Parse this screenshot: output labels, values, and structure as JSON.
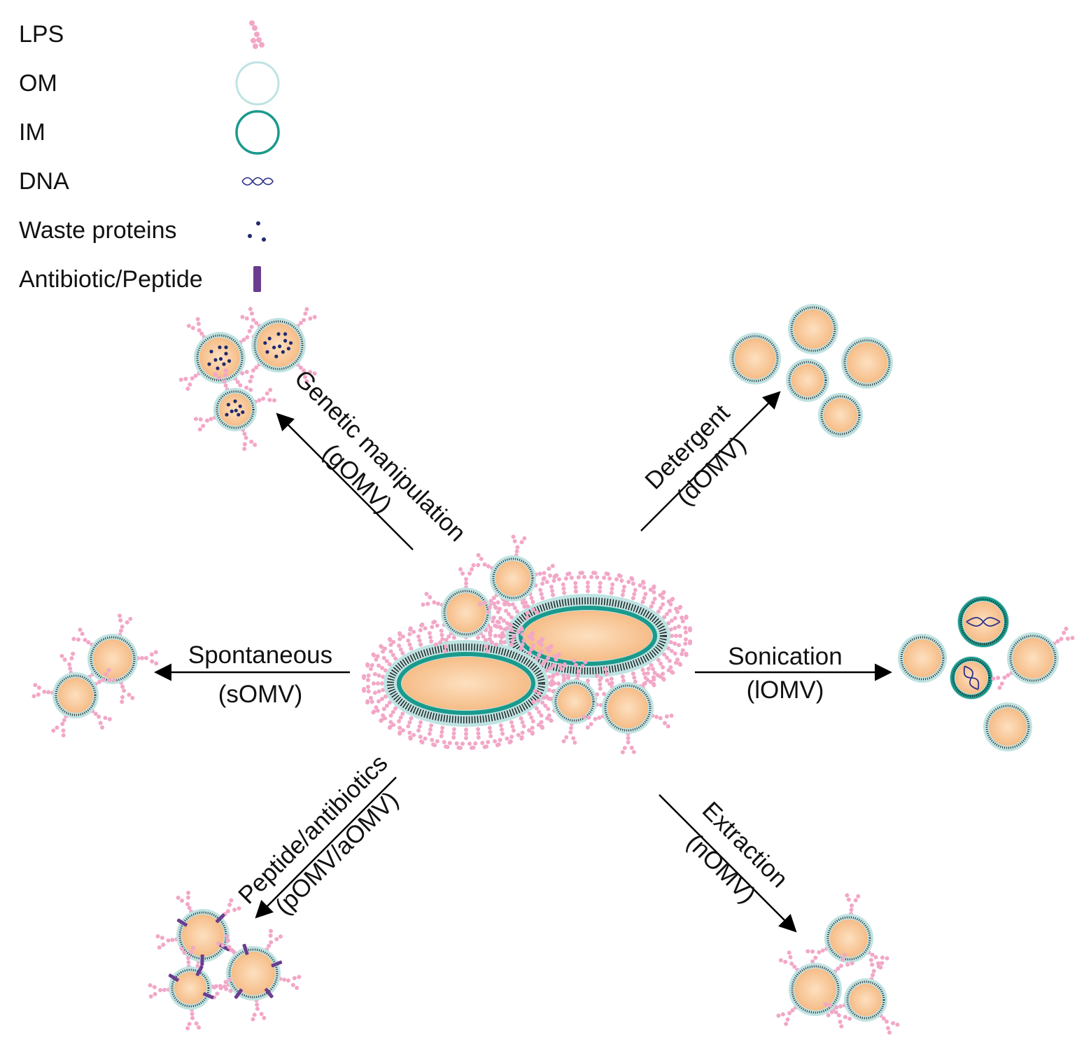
{
  "legend": {
    "items": [
      {
        "label": "LPS",
        "icon": "lps-icon"
      },
      {
        "label": "OM",
        "icon": "outer-membrane-icon"
      },
      {
        "label": "IM",
        "icon": "inner-membrane-icon"
      },
      {
        "label": "DNA",
        "icon": "dna-icon"
      },
      {
        "label": "Waste proteins",
        "icon": "waste-proteins-icon"
      },
      {
        "label": "Antibiotic/Peptide",
        "icon": "antibiotic-peptide-icon"
      }
    ]
  },
  "pathways": {
    "genetic": {
      "method": "Genetic manipulation",
      "abbr": "(gOMV)"
    },
    "detergent": {
      "method": "Detergent",
      "abbr": "(dOMV)"
    },
    "spontaneous": {
      "method": "Spontaneous",
      "abbr": "(sOMV)"
    },
    "sonication": {
      "method": "Sonication",
      "abbr": "(lOMV)"
    },
    "peptide": {
      "method": "Peptide/antibiotics",
      "abbr": "(pOMV/aOMV)"
    },
    "extraction": {
      "method": "Extraction",
      "abbr": "(nOMV)"
    }
  },
  "colors": {
    "lps": "#f2a7c7",
    "outer_membrane": "#bfe3e2",
    "inner_membrane": "#1a9a8c",
    "cytoplasm": "#f9c89b",
    "dna": "#2b2f8a",
    "waste_protein": "#1f2a6e",
    "antibiotic": "#6a3d8f",
    "arrow": "#000000"
  }
}
